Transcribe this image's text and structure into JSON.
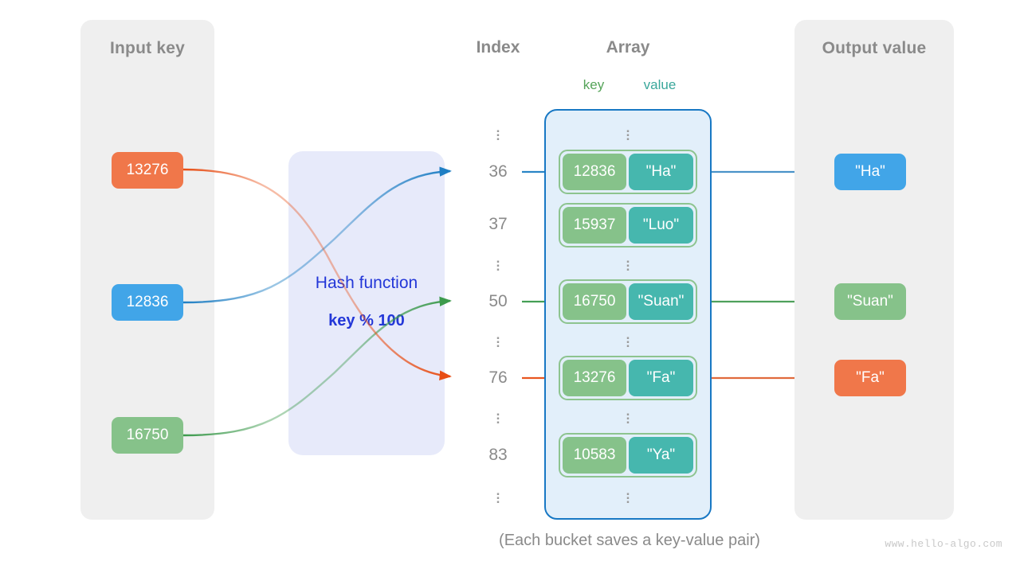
{
  "panels": {
    "input": {
      "title": "Input key"
    },
    "output": {
      "title": "Output value"
    }
  },
  "hash": {
    "label": "Hash function",
    "formula": "key % 100",
    "accent_color": "#2337d8",
    "box_color": "#e7eafa"
  },
  "headers": {
    "index": "Index",
    "array": "Array",
    "key": "key",
    "value": "value"
  },
  "input_keys": [
    {
      "text": "13276",
      "color": "#f0774a",
      "name": "input-key-13276"
    },
    {
      "text": "12836",
      "color": "#41a5e8",
      "name": "input-key-12836"
    },
    {
      "text": "16750",
      "color": "#86c28a",
      "name": "input-key-16750"
    }
  ],
  "output_values": [
    {
      "text": "\"Ha\"",
      "color": "#41a5e8",
      "name": "output-value-ha"
    },
    {
      "text": "\"Suan\"",
      "color": "#86c28a",
      "name": "output-value-suan"
    },
    {
      "text": "\"Fa\"",
      "color": "#f0774a",
      "name": "output-value-fa"
    }
  ],
  "indices": [
    "36",
    "37",
    "50",
    "76",
    "83"
  ],
  "buckets": [
    {
      "key": "12836",
      "value": "\"Ha\"",
      "index": "36"
    },
    {
      "key": "15937",
      "value": "\"Luo\"",
      "index": "37"
    },
    {
      "key": "16750",
      "value": "\"Suan\"",
      "index": "50"
    },
    {
      "key": "13276",
      "value": "\"Fa\"",
      "index": "76"
    },
    {
      "key": "10583",
      "value": "\"Ya\"",
      "index": "83"
    }
  ],
  "ellipsis": "⋮",
  "caption": "(Each bucket saves a key-value pair)",
  "watermark": "www.hello-algo.com",
  "colors": {
    "panel_bg": "#efefef",
    "array_bg": "#e2effa",
    "array_border": "#1878c4",
    "bucket_border": "#8dc48f",
    "bucket_key": "#86c28a",
    "bucket_value": "#46b7ae",
    "text_gray": "#8a8a8a",
    "key_label": "#56a45a",
    "value_label": "#3aa79b"
  }
}
